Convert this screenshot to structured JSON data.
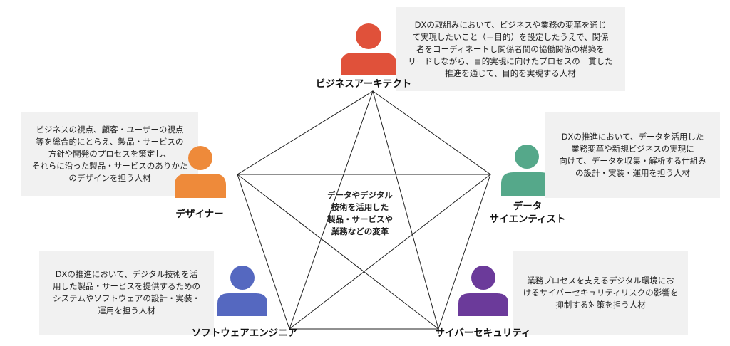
{
  "center_text": "データやデジタル\n技術を活用した\n製品・サービスや\n業務などの変革",
  "roles": {
    "architect": {
      "label": "ビジネスアーキテクト",
      "description": "DXの取組みにおいて、ビジネスや業務の変革を通じ\nて実現したいこと（＝目的）を設定したうえで、関係\n者をコーディネートし関係者間の協働関係の構築を\nリードしながら、目的実現に向けたプロセスの一貫した\n推進を通じて、目的を実現する人材",
      "color": "#e0513a"
    },
    "designer": {
      "label": "デザイナー",
      "description": "ビジネスの視点、顧客・ユーザーの視点\n等を総合的にとらえ、製品・サービスの\n方針や開発のプロセスを策定し、\nそれらに沿った製品・サービスのありかた\nのデザインを担う人材",
      "color": "#ee8a3a"
    },
    "data_scientist": {
      "label": "データ\nサイエンティスト",
      "description": "DXの推進において、データを活用した\n業務変革や新規ビジネスの実現に\n向けて、データを収集・解析する仕組み\nの設計・実装・運用を担う人材",
      "color": "#55a88a"
    },
    "software_engineer": {
      "label": "ソフトウェアエンジニア",
      "description": "DXの推進において、デジタル技術を活\n用した製品・サービスを提供するための\nシステムやソフトウェアの設計・実装・\n運用を担う人材",
      "color": "#5568c0"
    },
    "cyber_security": {
      "label": "サイバーセキュリティ",
      "description": "業務プロセスを支えるデジタル環境にお\nけるサイバーセキュリティリスクの影響を\n抑制する対策を担う人材",
      "color": "#6b3a9a"
    }
  }
}
